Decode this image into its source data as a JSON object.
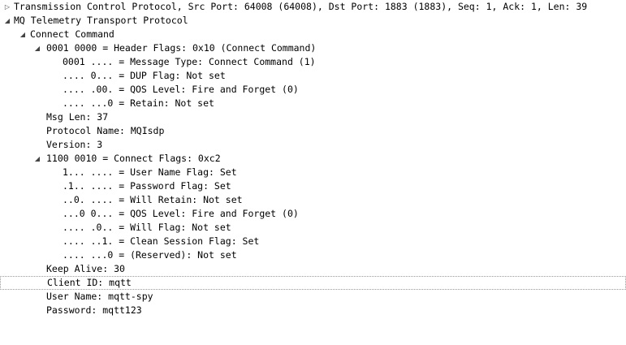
{
  "icons": {
    "collapsed": "▷",
    "expanded": "◢"
  },
  "tree": {
    "tcp": "Transmission Control Protocol, Src Port: 64008 (64008), Dst Port: 1883 (1883), Seq: 1, Ack: 1, Len: 39",
    "mqtt": "MQ Telemetry Transport Protocol",
    "connect_command": "Connect Command",
    "header_flags": "0001 0000 = Header Flags: 0x10 (Connect Command)",
    "message_type": "0001 .... = Message Type: Connect Command (1)",
    "dup_flag": ".... 0... = DUP Flag: Not set",
    "qos_level_header": ".... .00. = QOS Level: Fire and Forget (0)",
    "retain": ".... ...0 = Retain: Not set",
    "msg_len": "Msg Len: 37",
    "protocol_name": "Protocol Name: MQIsdp",
    "version": "Version: 3",
    "connect_flags": "1100 0010 = Connect Flags: 0xc2",
    "user_name_flag": "1... .... = User Name Flag: Set",
    "password_flag": ".1.. .... = Password Flag: Set",
    "will_retain": "..0. .... = Will Retain: Not set",
    "qos_level_connect": "...0 0... = QOS Level: Fire and Forget (0)",
    "will_flag": ".... .0.. = Will Flag: Not set",
    "clean_session": ".... ..1. = Clean Session Flag: Set",
    "reserved": ".... ...0 = (Reserved): Not set",
    "keep_alive": "Keep Alive: 30",
    "client_id": "Client ID: mqtt",
    "user_name": "User Name: mqtt-spy",
    "password": "Password: mqtt123"
  }
}
